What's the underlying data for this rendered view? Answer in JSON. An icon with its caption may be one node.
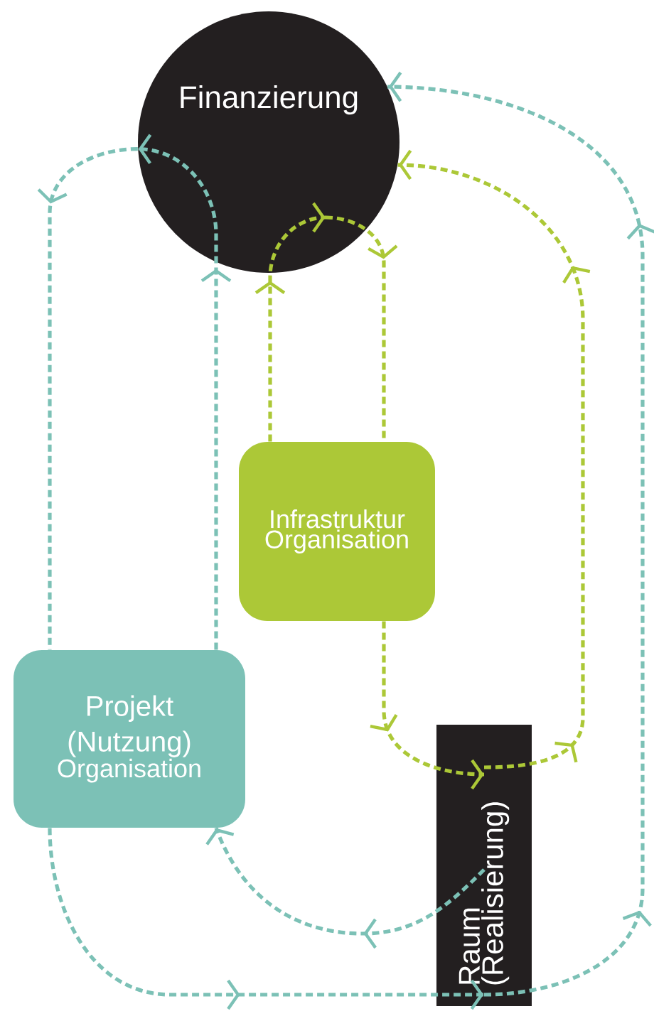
{
  "diagram": {
    "nodes": [
      {
        "text": [
          "Finanzierung"
        ]
      },
      {
        "text": [
          "Infrastruktur Organisation"
        ]
      },
      {
        "text": [
          "Projekt (Nutzung)",
          "Organisation"
        ]
      },
      {
        "text": [
          "Raum (Realisierung)"
        ]
      }
    ],
    "edges": [
      {
        "from": 2,
        "to": 0,
        "arrow": "to"
      },
      {
        "from": 0,
        "to": 2,
        "arrow": "to"
      },
      {
        "from": 2,
        "to": 3,
        "arrow": "to"
      },
      {
        "from": 3,
        "to": 0,
        "arrow": "to"
      },
      {
        "from": 3,
        "to": 2,
        "arrow": "to"
      },
      {
        "from": 1,
        "to": 0,
        "arrow": "to",
        "color": "#acc837"
      },
      {
        "from": 0,
        "to": 1,
        "arrow": "to",
        "color": "#acc837"
      },
      {
        "from": 1,
        "to": 3,
        "arrow": "to",
        "color": "#acc837"
      },
      {
        "from": 3,
        "to": 0,
        "arrow": "to",
        "color": "#acc837"
      }
    ]
  }
}
